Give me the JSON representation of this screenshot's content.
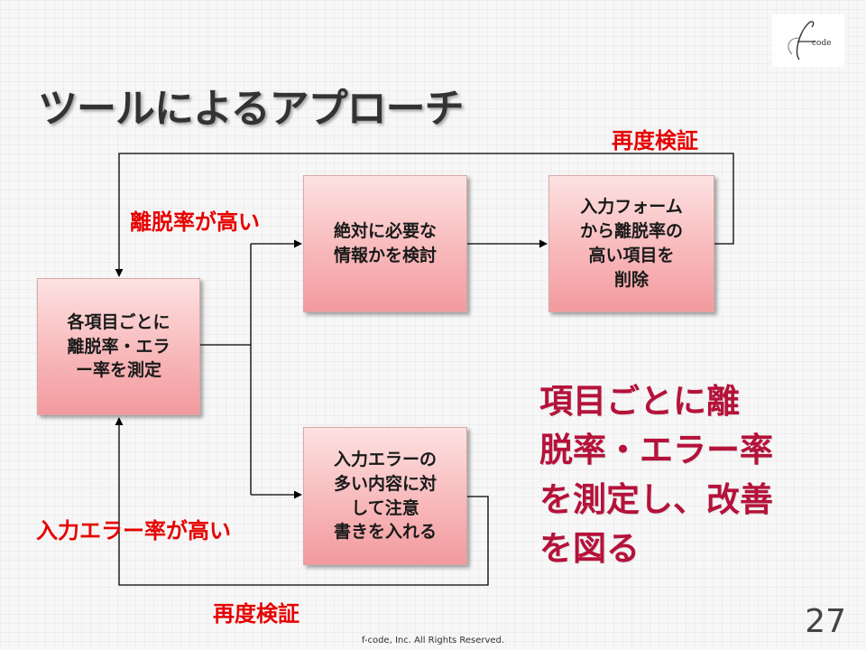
{
  "logo": {
    "text": "f-code"
  },
  "title": "ツールによるアプローチ",
  "labels": {
    "reverify_top": "再度検証",
    "reverify_bottom": "再度検証",
    "high_bounce": "離脱率が高い",
    "high_error": "入力エラー率が高い"
  },
  "boxes": {
    "measure": "各項目ごとに\n離脱率・エラ\nー率を測定",
    "consider": "絶対に必要な\n情報かを検討",
    "remove": "入力フォーム\nから離脱率の\n高い項目を\n削除",
    "note": "入力エラーの\n多い内容に対\nして注意\n書きを入れる"
  },
  "conclusion": "項目ごとに離\n脱率・エラー率\nを測定し、改善\nを図る",
  "page_number": "27",
  "footer": "f-code, Inc. All Rights Reserved."
}
